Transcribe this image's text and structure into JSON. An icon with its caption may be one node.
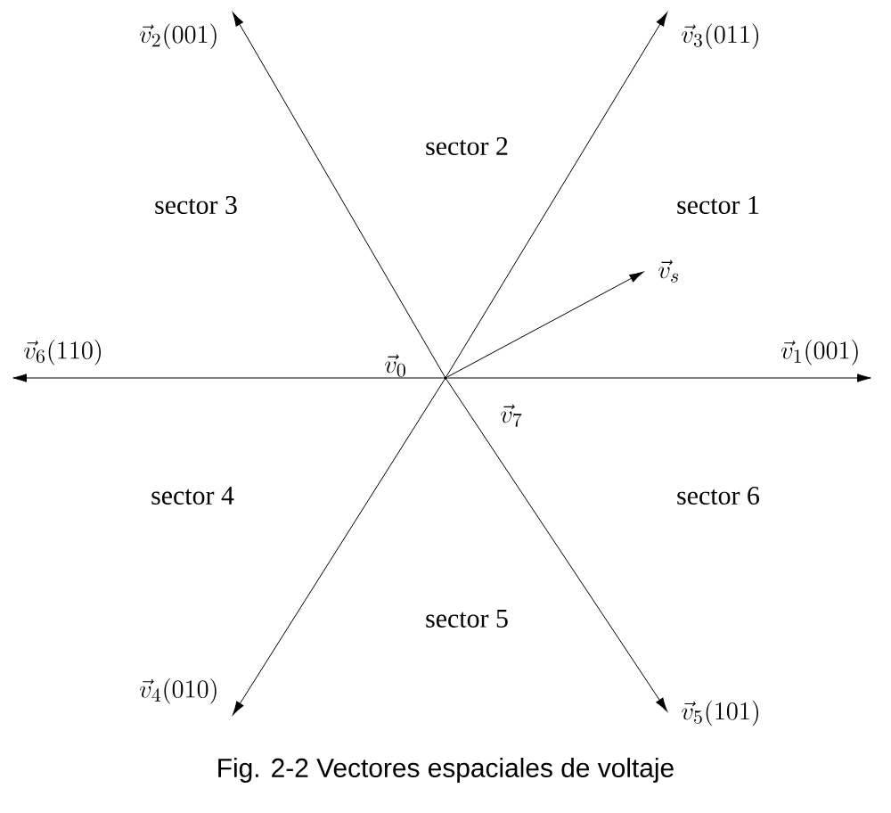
{
  "diagram": {
    "caption": "Fig. 2-2 Vectores espaciales de voltaje",
    "nodes": [
      {
        "text": [
          "\\vec{v}_2(001)"
        ]
      },
      {
        "text": [
          "\\vec{v}_3(011)"
        ]
      },
      {
        "text": [
          "\\vec{v}_s"
        ]
      },
      {
        "text": [],
        "shape": "point"
      },
      {
        "text": [
          "\\vec{v}_6(110)"
        ]
      },
      {
        "text": [
          "\\vec{v}_1(001)"
        ]
      },
      {
        "text": [
          "\\vec{v}_4(010)"
        ]
      },
      {
        "text": [
          "\\vec{v}_5(101)"
        ]
      }
    ],
    "edges": [
      {
        "from": 3,
        "to": 5,
        "arrow": "to"
      },
      {
        "from": 3,
        "to": 0,
        "arrow": "to"
      },
      {
        "from": 3,
        "to": 1,
        "arrow": "to"
      },
      {
        "from": 3,
        "to": 6,
        "arrow": "to"
      },
      {
        "from": 3,
        "to": 7,
        "arrow": "to"
      },
      {
        "from": 3,
        "to": 4,
        "arrow": "to"
      },
      {
        "from": 3,
        "to": 2,
        "arrow": "to"
      }
    ],
    "labels": [
      "sector 2",
      "sector 3",
      "sector 1",
      "\\vec{v}_0",
      "\\vec{v}_7",
      "sector 4",
      "sector 6",
      "sector 5"
    ]
  }
}
